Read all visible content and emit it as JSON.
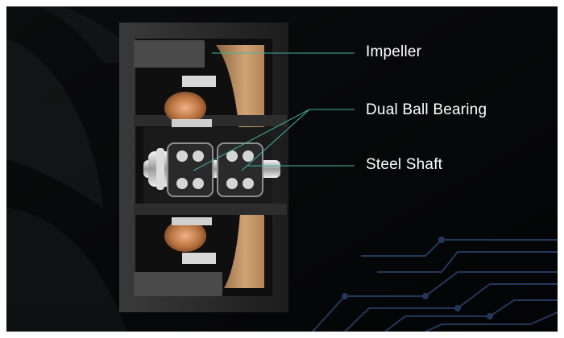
{
  "callouts": {
    "impeller": "Impeller",
    "bearing": "Dual Ball Bearing",
    "shaft": "Steel Shaft"
  },
  "colors": {
    "background": "#050607",
    "housing": "#2b2b2b",
    "copper": "#c98a5a",
    "rotor_back": "#c89a6a",
    "leader_line": "#3fb5a3",
    "circuit": "#2c4a78"
  }
}
